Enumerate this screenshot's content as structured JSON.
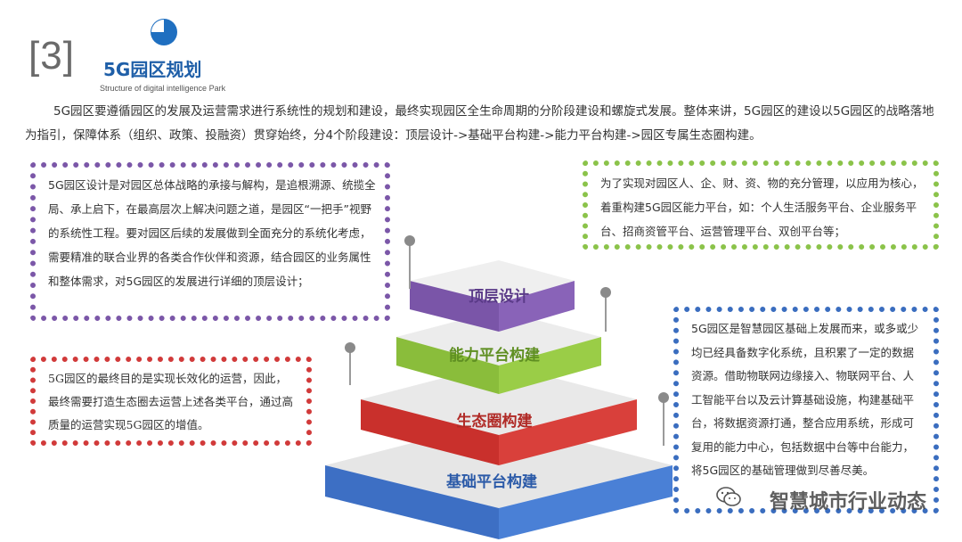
{
  "header": {
    "bracket_number": "[3]",
    "title": "5G园区规划",
    "subtitle_en": "Structure of digital intelligence Park"
  },
  "intro_text": "5G园区要遵循园区的发展及运营需求进行系统性的规划和建设，最终实现园区全生命周期的分阶段建设和螺旋式发展。整体来讲，5G园区的建设以5G园区的战略落地为指引，保障体系（组织、政策、投融资）贯穿始终，分4个阶段建设：顶层设计->基础平台构建->能力平台构建->园区专属生态圈构建。",
  "boxes": {
    "purple": "5G园区设计是对园区总体战略的承接与解构，是追根溯源、统揽全局、承上启下，在最高层次上解决问题之道，是园区“一把手”视野的系统性工程。要对园区后续的发展做到全面充分的系统化考虑，需要精准的联合业界的各类合作伙伴和资源，结合园区的业务属性和整体需求，对5G园区的发展进行详细的顶层设计；",
    "green": "为了实现对园区人、企、财、资、物的充分管理，以应用为核心，着重构建5G园区能力平台，如：个人生活服务平台、企业服务平台、招商资管平台、运营管理平台、双创平台等；",
    "red": "5G园区的最终目的是实现长效化的运营，因此，最终需要打造生态圈去运营上述各类平台，通过高质量的运营实现5G园区的增值。",
    "blue": "5G园区是智慧园区基础上发展而来，或多或少均已经具备数字化系统，且积累了一定的数据资源。借助物联网边缘接入、物联网平台、人工智能平台以及云计算基础设施，构建基础平台，将数据资源打通，整合应用系统，形成可复用的能力中心，包括数据中台等中台能力，将5G园区的基础管理做到尽善尽美。"
  },
  "layers": {
    "top": "顶层设计",
    "second": "能力平台构建",
    "third": "生态圈构建",
    "base": "基础平台构建"
  },
  "colors": {
    "purple": "#7b57a8",
    "green": "#8bc34a",
    "red": "#d13a3a",
    "blue": "#3a6dbf",
    "title_blue": "#1f5fa8"
  },
  "watermark": "智慧城市行业动态",
  "icons": [
    "pie-chart-icon",
    "wechat-icon"
  ]
}
